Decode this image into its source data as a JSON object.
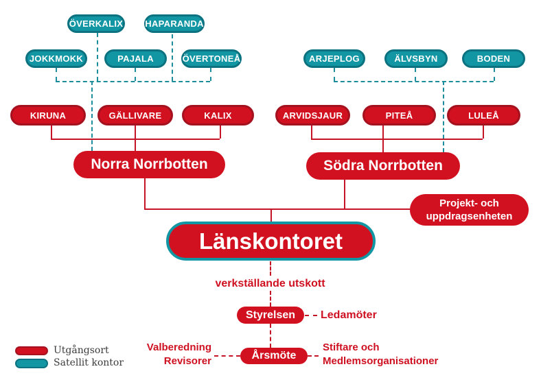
{
  "colors": {
    "red_fill": "#d21120",
    "red_border": "#a5121f",
    "teal_fill": "#1396a3",
    "teal_border": "#0c7280",
    "red_line": "#c41425",
    "teal_line": "#1d8d9b",
    "label_red": "#ce1021",
    "legend_text": "#3b3b3b"
  },
  "nodes": {
    "overkalix": "ÖVERKALIX",
    "haparanda": "HAPARANDA",
    "jokkmokk": "JOKKMOKK",
    "pajala": "PAJALA",
    "overtonea": "ÖVERTONEÅ",
    "arjeplog": "ARJEPLOG",
    "alvsbyn": "ÄLVSBYN",
    "boden": "BODEN",
    "kiruna": "KIRUNA",
    "gallivare": "GÄLLIVARE",
    "kalix": "KALIX",
    "arvidsjaur": "ARVIDSJAUR",
    "pitea": "PITEÅ",
    "lulea": "LULEÅ",
    "norra_norrbotten": "Norra Norrbotten",
    "sodra_norrbotten": "Södra Norrbotten",
    "projekt_line1": "Projekt- och",
    "projekt_line2": "uppdragsenheten",
    "lanskontoret": "Länskontoret",
    "styrelsen": "Styrelsen",
    "arsmote": "Årsmöte"
  },
  "labels": {
    "verkstallande_utskott": "verkställande utskott",
    "ledamoter": "Ledamöter",
    "valberedning_line1": "Valberedning",
    "valberedning_line2": "Revisorer",
    "stiftare_line1": "Stiftare och",
    "stiftare_line2": "Medlemsorganisationer"
  },
  "legend": {
    "utgangsort": "Utgångsort",
    "satellit_kontor": "Satellit kontor"
  }
}
